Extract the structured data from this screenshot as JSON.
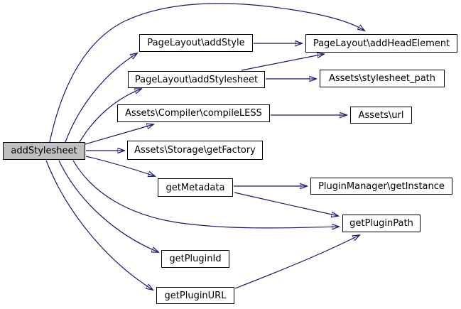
{
  "diagram": {
    "type": "call_graph",
    "root_function": "addStylesheet",
    "colors": {
      "background": "#ffffff",
      "edge": "#191970",
      "node_border": "#000000",
      "node_fill": "#ffffff",
      "root_node_fill": "#bfbfbf",
      "text": "#000000"
    },
    "nodes": [
      {
        "label": "addStylesheet",
        "is_root": true
      },
      {
        "label": "PageLayout\\addStyle"
      },
      {
        "label": "PageLayout\\addStylesheet"
      },
      {
        "label": "Assets\\Compiler\\compileLESS"
      },
      {
        "label": "Assets\\Storage\\getFactory"
      },
      {
        "label": "getMetadata"
      },
      {
        "label": "getPluginId"
      },
      {
        "label": "getPluginURL"
      },
      {
        "label": "PageLayout\\addHeadElement"
      },
      {
        "label": "Assets\\stylesheet_path"
      },
      {
        "label": "Assets\\url"
      },
      {
        "label": "PluginManager\\getInstance"
      },
      {
        "label": "getPluginPath"
      }
    ],
    "edges": [
      {
        "from": "addStylesheet",
        "to": "PageLayout\\addHeadElement"
      },
      {
        "from": "addStylesheet",
        "to": "PageLayout\\addStyle"
      },
      {
        "from": "addStylesheet",
        "to": "PageLayout\\addStylesheet"
      },
      {
        "from": "addStylesheet",
        "to": "Assets\\Compiler\\compileLESS"
      },
      {
        "from": "addStylesheet",
        "to": "Assets\\Storage\\getFactory"
      },
      {
        "from": "addStylesheet",
        "to": "getMetadata"
      },
      {
        "from": "addStylesheet",
        "to": "getPluginPath"
      },
      {
        "from": "addStylesheet",
        "to": "getPluginId"
      },
      {
        "from": "addStylesheet",
        "to": "getPluginURL"
      },
      {
        "from": "PageLayout\\addStyle",
        "to": "PageLayout\\addHeadElement"
      },
      {
        "from": "PageLayout\\addStylesheet",
        "to": "PageLayout\\addHeadElement"
      },
      {
        "from": "PageLayout\\addStylesheet",
        "to": "Assets\\stylesheet_path"
      },
      {
        "from": "Assets\\Compiler\\compileLESS",
        "to": "Assets\\url"
      },
      {
        "from": "getMetadata",
        "to": "PluginManager\\getInstance"
      },
      {
        "from": "getMetadata",
        "to": "getPluginPath"
      },
      {
        "from": "getPluginURL",
        "to": "getPluginPath"
      }
    ]
  }
}
